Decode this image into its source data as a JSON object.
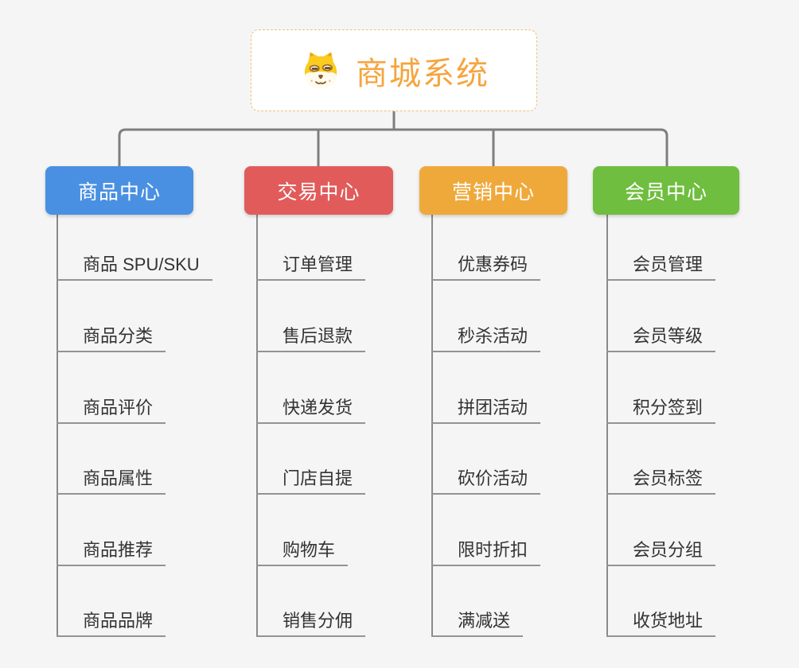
{
  "root": {
    "title": "商城系统",
    "icon": "doge-mascot-icon"
  },
  "colors": {
    "background": "#F5F5F5",
    "root_text": "#F5A53F",
    "root_border": "#F0BE76",
    "connector_line": "#7E7E7E",
    "leaf_underline": "#939393",
    "leaf_text": "#333333"
  },
  "branches": [
    {
      "label": "商品中心",
      "color": "#4A90E2",
      "items": [
        "商品 SPU/SKU",
        "商品分类",
        "商品评价",
        "商品属性",
        "商品推荐",
        "商品品牌"
      ]
    },
    {
      "label": "交易中心",
      "color": "#E25B5B",
      "items": [
        "订单管理",
        "售后退款",
        "快递发货",
        "门店自提",
        "购物车",
        "销售分佣"
      ]
    },
    {
      "label": "营销中心",
      "color": "#EFA93B",
      "items": [
        "优惠券码",
        "秒杀活动",
        "拼团活动",
        "砍价活动",
        "限时折扣",
        "满减送"
      ]
    },
    {
      "label": "会员中心",
      "color": "#6FBE3F",
      "items": [
        "会员管理",
        "会员等级",
        "积分签到",
        "会员标签",
        "会员分组",
        "收货地址"
      ]
    }
  ]
}
